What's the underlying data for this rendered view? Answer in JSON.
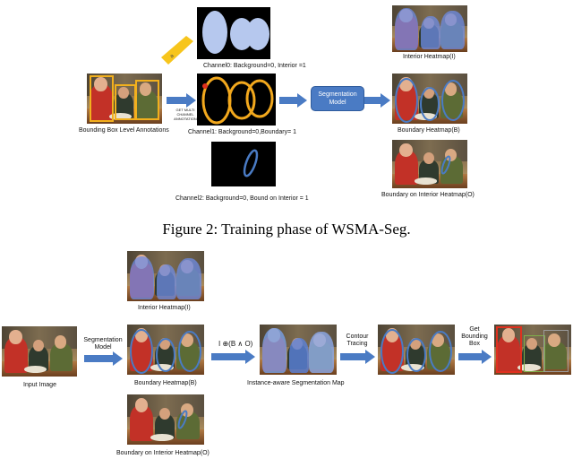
{
  "figure2": {
    "caption": "Figure 2: Training phase of WSMA-Seg.",
    "labels": {
      "bbox_annotations": "Bounding Box Level Annotations",
      "get_multichannel": "GET MULTI CHANNEL ANNOTATION",
      "channel0": "Channel0: Background=0, Interior =1",
      "channel1": "Channel1: Background=0,Boundary= 1",
      "channel2": "Channel2: Background=0, Bound on Interior = 1",
      "seg_model": "Segmentation Model",
      "interior_heatmap": "Interior Heatmap(I)",
      "boundary_heatmap": "Boundary Heatmap(B)",
      "boundary_on_interior": "Boundary on Interior Heatmap(O)"
    }
  },
  "figure3": {
    "labels": {
      "input_image": "Input Image",
      "seg_model": "Segmentation Model",
      "interior_heatmap": "Interior Heatmap(I)",
      "boundary_heatmap": "Boundary Heatmap(B)",
      "boundary_on_interior": "Boundary on Interior Heatmap(O)",
      "formula": "I ⊕(B ∧ O)",
      "instance_map": "Instance-aware Segmentation Map",
      "contour_tracing": "Contour Tracing",
      "get_bbox": "Get Bounding Box"
    }
  },
  "colors": {
    "arrow": "#4a7bc4",
    "ring": "#f2a81d",
    "interior_blob": "#b6c8ee"
  }
}
